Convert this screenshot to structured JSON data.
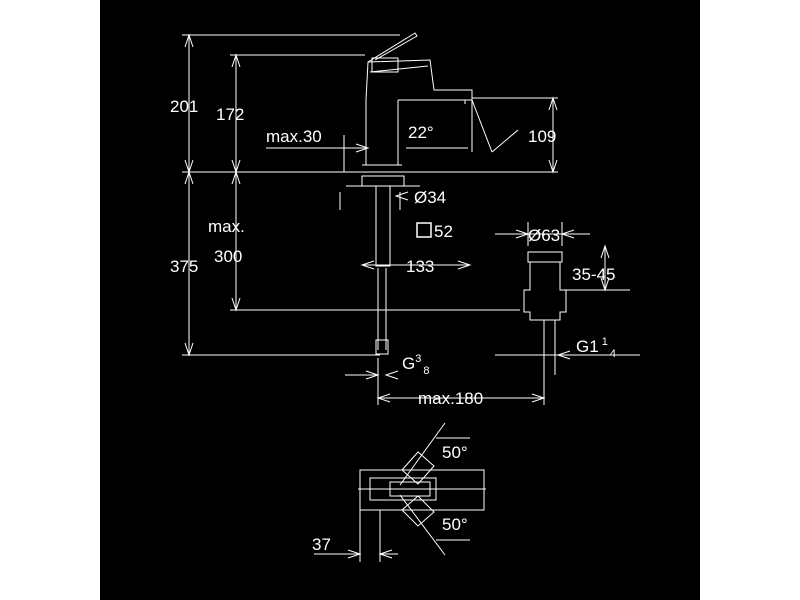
{
  "diagram": {
    "background": "#000000",
    "line_color": "#ffffff",
    "dimensions": {
      "total_height": "201",
      "spout_height": "172",
      "max_thickness": "max.30",
      "spout_angle": "22°",
      "outlet_height": "109",
      "base_diameter": "Ø34",
      "max_label": "max.",
      "max_below": "300",
      "below_height": "375",
      "square_size": "52",
      "reach": "133",
      "waste_diameter": "Ø63",
      "waste_range": "35-45",
      "supply_thread_main": "G",
      "supply_thread_num": "3",
      "supply_thread_den": "8",
      "waste_thread_main": "G1",
      "waste_thread_num": "1",
      "waste_thread_den": "4",
      "max_distance": "max.180",
      "rotation_top": "50°",
      "rotation_bottom": "50°",
      "plan_depth": "37"
    }
  }
}
